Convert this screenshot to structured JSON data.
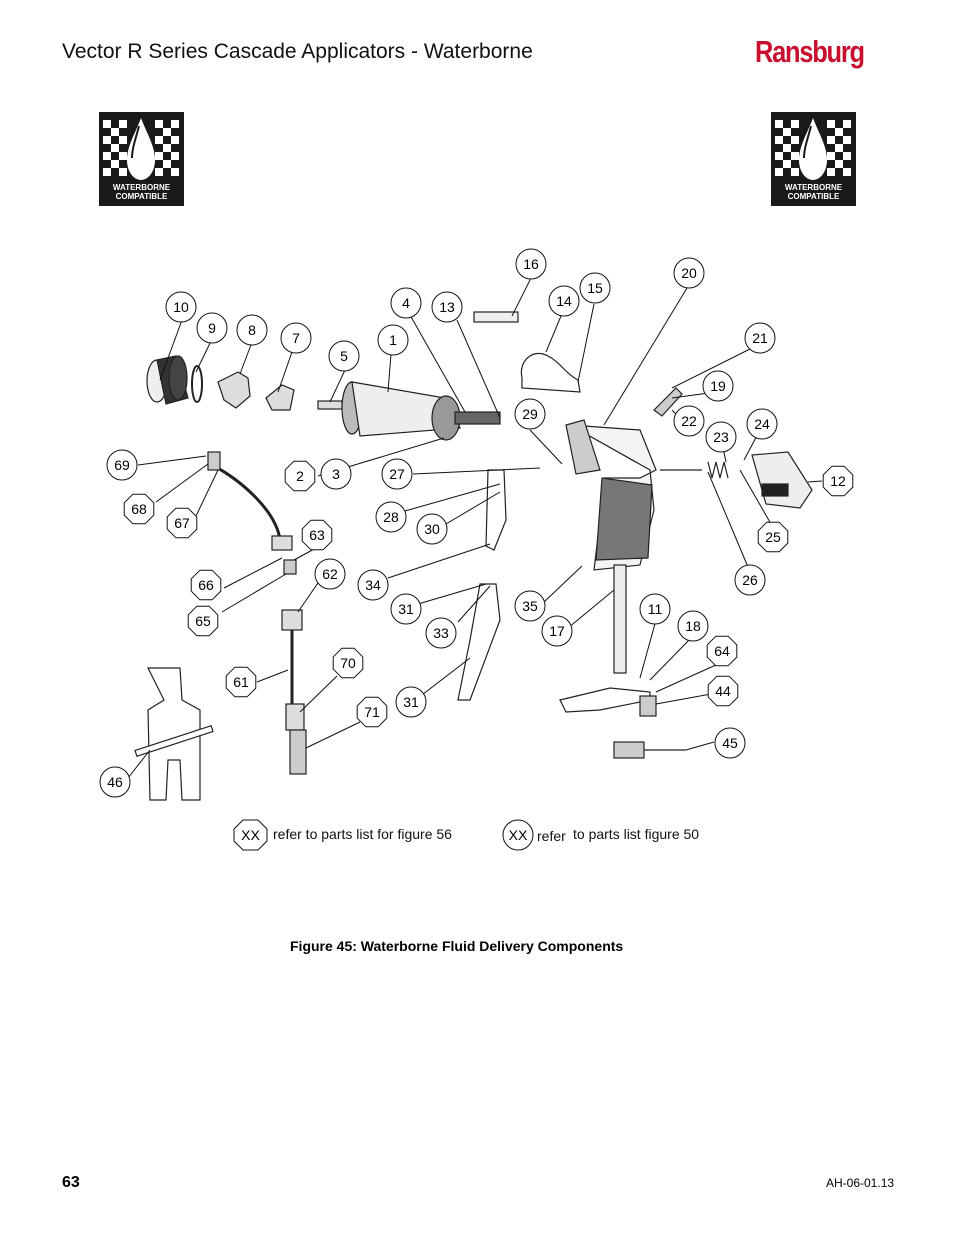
{
  "header": {
    "title": "Vector R Series Cascade Applicators - Waterborne",
    "brand": "Ransburg"
  },
  "badges": {
    "line1": "WATERBORNE",
    "line2": "COMPATIBLE"
  },
  "callouts": {
    "c1": "1",
    "c2": "2",
    "c3": "3",
    "c4": "4",
    "c5": "5",
    "c7": "7",
    "c8": "8",
    "c9": "9",
    "c10": "10",
    "c11": "11",
    "c12": "12",
    "c13": "13",
    "c14": "14",
    "c15": "15",
    "c16": "16",
    "c17": "17",
    "c18": "18",
    "c19": "19",
    "c20": "20",
    "c21": "21",
    "c22": "22",
    "c23": "23",
    "c24": "24",
    "c25": "25",
    "c26": "26",
    "c27": "27",
    "c28": "28",
    "c29": "29",
    "c30": "30",
    "c31": "31",
    "c33": "33",
    "c34": "34",
    "c35": "35",
    "c44": "44",
    "c45": "45",
    "c46": "46",
    "c61": "61",
    "c62": "62",
    "c63": "63",
    "c64": "64",
    "c65": "65",
    "c66": "66",
    "c67": "67",
    "c68": "68",
    "c69": "69",
    "c70": "70",
    "c71": "71"
  },
  "legend": {
    "octagon_code": "XX",
    "octagon_text": "refer to parts list for figure 56",
    "circle_code": "XX",
    "circle_text_a": "refer",
    "circle_text_b": "to parts list figure 50"
  },
  "caption": "Figure 45:  Waterborne Fluid Delivery Components",
  "footer": {
    "page_number": "63",
    "doc_code": "AH-06-01.13"
  }
}
